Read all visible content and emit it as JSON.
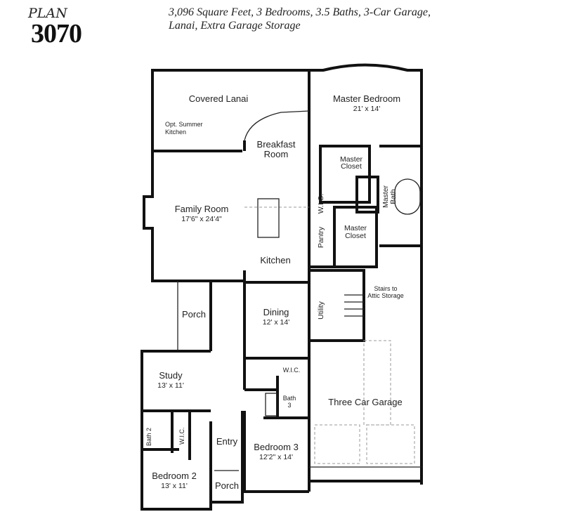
{
  "header": {
    "plan_label": "PLAN",
    "plan_number": "3070",
    "description_line1": "3,096 Square Feet, 3 Bedrooms, 3.5 Baths, 3-Car Garage,",
    "description_line2": "Lanai, Extra Garage Storage"
  },
  "rooms": {
    "covered_lanai": "Covered Lanai",
    "summer_kitchen_1": "Opt. Summer",
    "summer_kitchen_2": "Kitchen",
    "master_bedroom": "Master Bedroom",
    "master_bedroom_dim": "21' x 14'",
    "breakfast_1": "Breakfast",
    "breakfast_2": "Room",
    "master_closet_a_1": "Master",
    "master_closet_a_2": "Closet",
    "master_bath_1": "Master",
    "master_bath_2": "Bath",
    "wic_master": "W.I.C.",
    "pantry": "Pantry",
    "master_closet_b_1": "Master",
    "master_closet_b_2": "Closet",
    "family_room": "Family Room",
    "family_room_dim": "17'6\" x 24'4\"",
    "kitchen": "Kitchen",
    "utility": "Utility",
    "stairs_1": "Stairs to",
    "stairs_2": "Attic Storage",
    "porch_rear": "Porch",
    "dining": "Dining",
    "dining_dim": "12' x 14'",
    "study": "Study",
    "study_dim": "13' x 11'",
    "wic_bed3": "W.I.C.",
    "bath3_1": "Bath",
    "bath3_2": "3",
    "garage": "Three Car Garage",
    "bath2": "Bath 2",
    "wic_bed2": "W.I.C.",
    "entry": "Entry",
    "bedroom3": "Bedroom 3",
    "bedroom3_dim": "12'2\" x 14'",
    "bedroom2": "Bedroom 2",
    "bedroom2_dim": "13' x 11'",
    "porch_front": "Porch"
  }
}
